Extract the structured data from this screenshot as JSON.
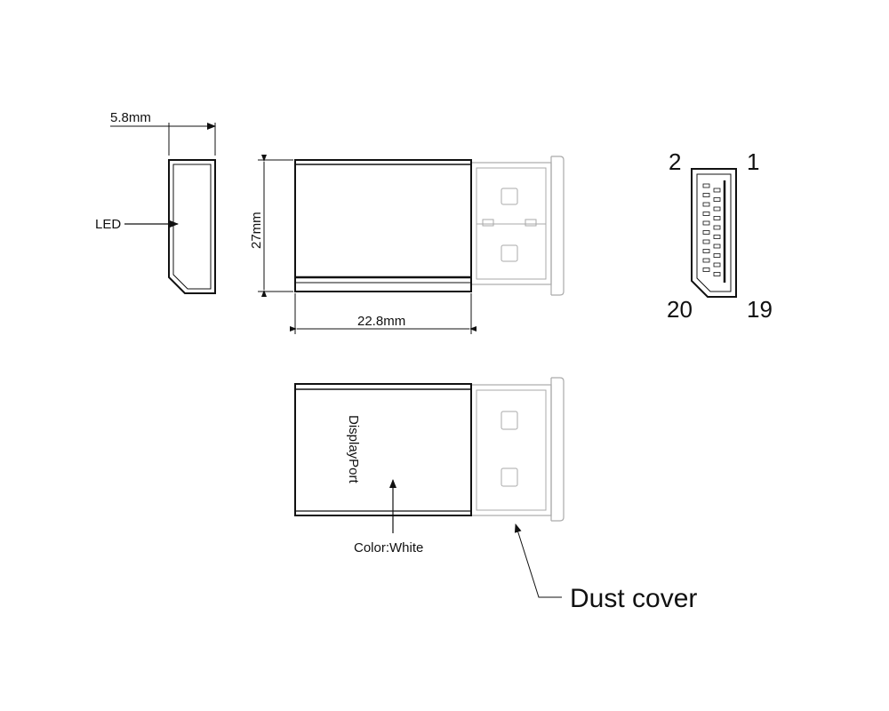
{
  "labels": {
    "side_width": "5.8mm",
    "led": "LED",
    "height": "27mm",
    "length": "22.8mm",
    "brand": "DisplayPort",
    "color": "Color:White",
    "dust_cover": "Dust cover"
  },
  "pinout": {
    "top_left": "2",
    "top_right": "1",
    "bottom_left": "20",
    "bottom_right": "19"
  },
  "colors": {
    "outline": "#111111",
    "dust_cover": "#aaaaaa"
  }
}
